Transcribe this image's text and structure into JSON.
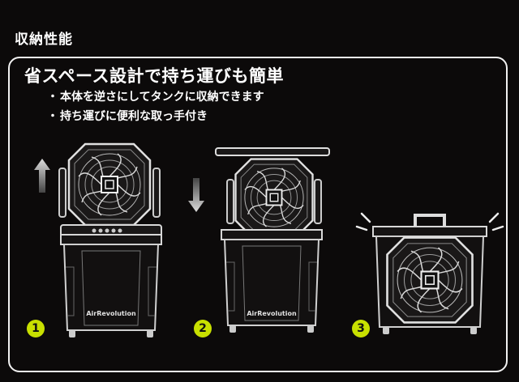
{
  "section_title": "収納性能",
  "headline": "省スペース設計で持ち運びも簡単",
  "bullets": [
    "本体を逆さにしてタンクに収納できます",
    "持ち運びに便利な取っ手付き"
  ],
  "brand": "AirRevolution",
  "steps": [
    "1",
    "2",
    "3"
  ],
  "colors": {
    "background": "#0c0a0a",
    "accent": "#c8e000",
    "line": "#f2f2f2"
  }
}
